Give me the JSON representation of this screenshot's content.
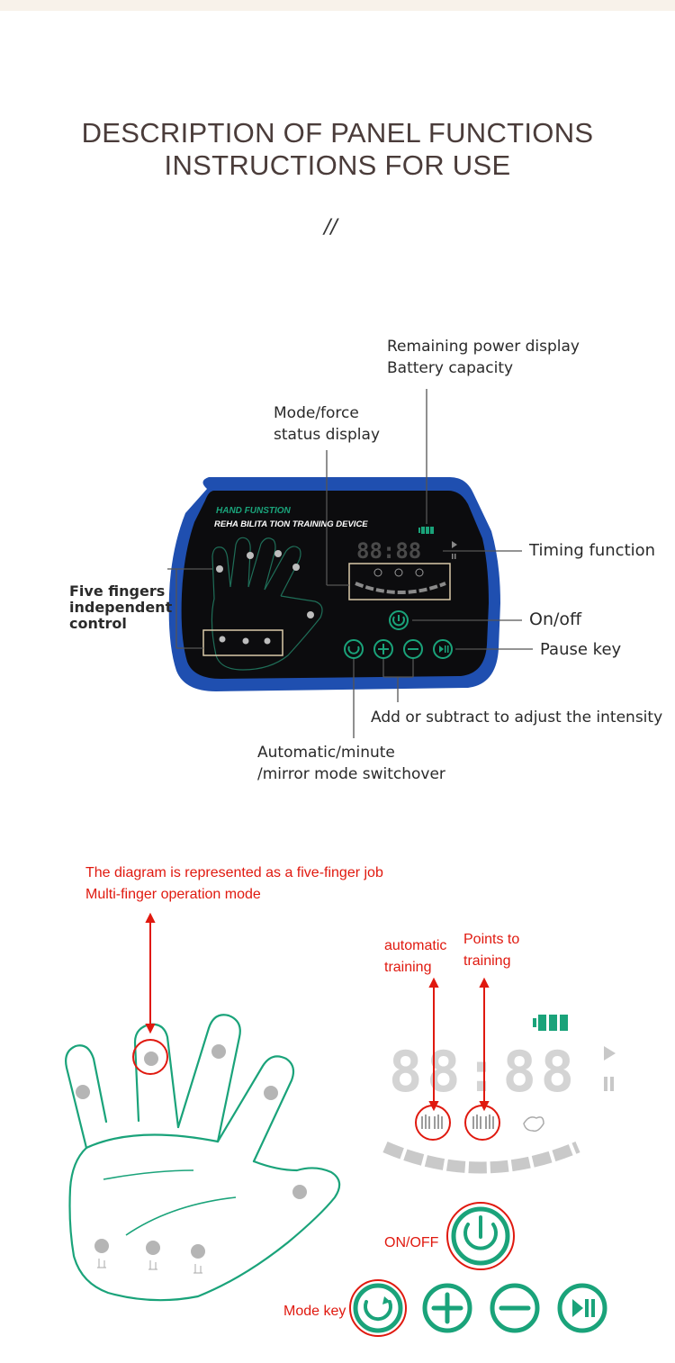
{
  "header": {
    "title_line1": "DESCRIPTION OF PANEL FUNCTIONS",
    "title_line2": "INSTRUCTIONS FOR USE",
    "divider": "//"
  },
  "device": {
    "brand": "HAND FUNSTION",
    "subtitle": "REHA BILITA TION TRAINING DEVICE",
    "display": "88:88"
  },
  "callouts": {
    "power_1": "Remaining power display",
    "power_2": "Battery capacity",
    "mode_1": "Mode/force",
    "mode_2": "status display",
    "timing": "Timing function",
    "onoff": "On/off",
    "pause": "Pause key",
    "fingers_1": "Five fingers",
    "fingers_2": "independent",
    "fingers_3": "control",
    "adjust": "Add or subtract to adjust the intensity",
    "auto_1": "Automatic/minute",
    "auto_2": "/mirror mode switchover"
  },
  "detail": {
    "diagram_1": "The diagram is represented as a five-finger job",
    "diagram_2": "Multi-finger operation mode",
    "automatic_1": "automatic",
    "automatic_2": "training",
    "points_1": "Points to",
    "points_2": "training",
    "onoff": "ON/OFF",
    "mode_key": "Mode key"
  },
  "colors": {
    "accent_green": "#1aa37a",
    "red": "#e0190f",
    "device_blue": "#1f4fb0",
    "segment_gray": "#cfcfcf"
  }
}
